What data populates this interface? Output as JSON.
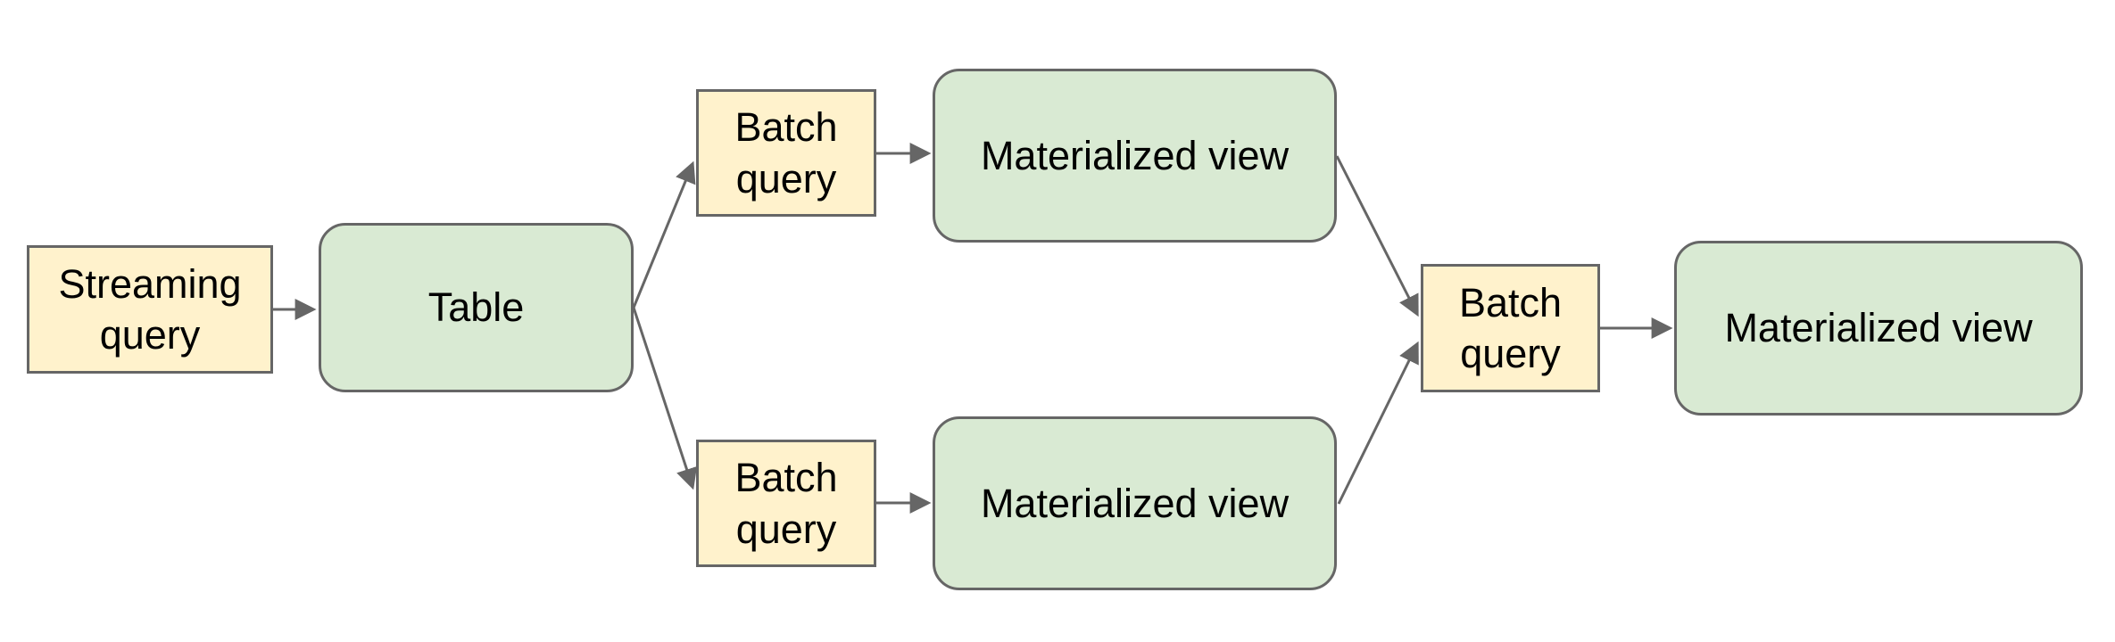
{
  "diagram": {
    "background_color": "#ffffff",
    "colors": {
      "query_node_fill": "#fff2cc",
      "view_node_fill": "#d9ead3",
      "node_border": "#666666",
      "connector": "#666666",
      "text": "#000000"
    },
    "nodes": [
      {
        "id": "streaming-query",
        "label": "Streaming query",
        "kind": "query"
      },
      {
        "id": "table",
        "label": "Table",
        "kind": "table"
      },
      {
        "id": "batch-query-top",
        "label": "Batch query",
        "kind": "query"
      },
      {
        "id": "materialized-view-top",
        "label": "Materialized view",
        "kind": "view"
      },
      {
        "id": "batch-query-bottom",
        "label": "Batch query",
        "kind": "query"
      },
      {
        "id": "materialized-view-bottom",
        "label": "Materialized view",
        "kind": "view"
      },
      {
        "id": "batch-query-right",
        "label": "Batch query",
        "kind": "query"
      },
      {
        "id": "materialized-view-right",
        "label": "Materialized view",
        "kind": "view"
      }
    ],
    "edges": [
      {
        "from": "streaming-query",
        "to": "table"
      },
      {
        "from": "table",
        "to": "batch-query-top"
      },
      {
        "from": "table",
        "to": "batch-query-bottom"
      },
      {
        "from": "batch-query-top",
        "to": "materialized-view-top"
      },
      {
        "from": "batch-query-bottom",
        "to": "materialized-view-bottom"
      },
      {
        "from": "materialized-view-top",
        "to": "batch-query-right"
      },
      {
        "from": "materialized-view-bottom",
        "to": "batch-query-right"
      },
      {
        "from": "batch-query-right",
        "to": "materialized-view-right"
      }
    ]
  }
}
